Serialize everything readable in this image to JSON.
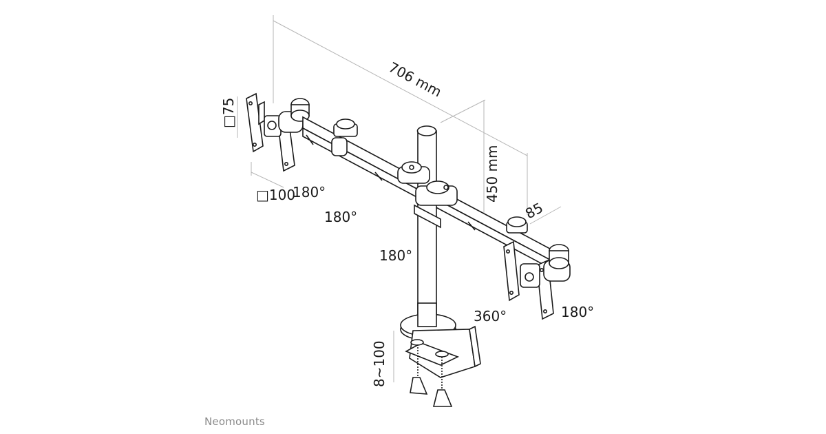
{
  "dimensions": {
    "width_label": "706 mm",
    "height_label": "450 mm",
    "arm_depth_label": "85",
    "vesa_small_label": "□75",
    "vesa_large_label": "□100",
    "desk_thickness_label": "8~100"
  },
  "rotations": {
    "left_head": "180°",
    "left_arm_joint": "180°",
    "center_joint": "180°",
    "right_arm_joint": "360°",
    "right_head": "180°"
  },
  "brand": "Neomounts"
}
